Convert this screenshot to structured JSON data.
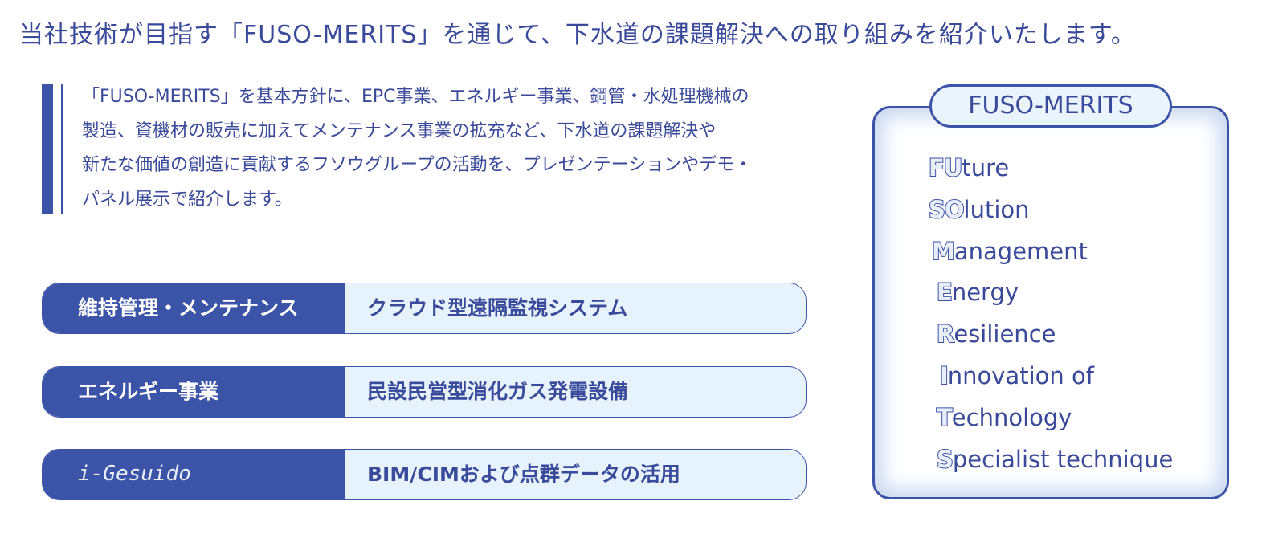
{
  "headline": "当社技術が目指す「FUSO-MERITS」を通じて、下水道の課題解決への取り組みを紹介いたします。",
  "intro": {
    "lines": [
      "「FUSO-MERITS」を基本方針に、EPC事業、エネルギー事業、鋼管・水処理機械の",
      "製造、資機材の販売に加えてメンテナンス事業の拡充など、下水道の課題解決や",
      "新たな価値の創造に貢献するフソウグループの活動を、プレゼンテーションやデモ・",
      "パネル展示で紹介します。"
    ]
  },
  "topics": [
    {
      "tag": "維持管理・メンテナンス",
      "desc": "クラウド型遠隔監視システム"
    },
    {
      "tag": "エネルギー事業",
      "desc": "民設民営型消化ガス発電設備"
    },
    {
      "tag": "i-Gesuido",
      "desc": "BIM/CIMおよび点群データの活用"
    }
  ],
  "merits": {
    "title": "FUSO-MERITS",
    "items": [
      {
        "lead": "FU",
        "rest": "ture"
      },
      {
        "lead": "SO",
        "rest": "lution"
      },
      {
        "lead": "M",
        "rest": "anagement"
      },
      {
        "lead": "E",
        "rest": "nergy"
      },
      {
        "lead": "R",
        "rest": "esilience"
      },
      {
        "lead": "I",
        "rest": "nnovation of"
      },
      {
        "lead": "T",
        "rest": "echnology"
      },
      {
        "lead": "S",
        "rest": "pecialist technique"
      }
    ]
  },
  "colors": {
    "accent": "#3c54a8",
    "text": "#3a4a9a",
    "pill_bg": "#e6f3fc"
  }
}
